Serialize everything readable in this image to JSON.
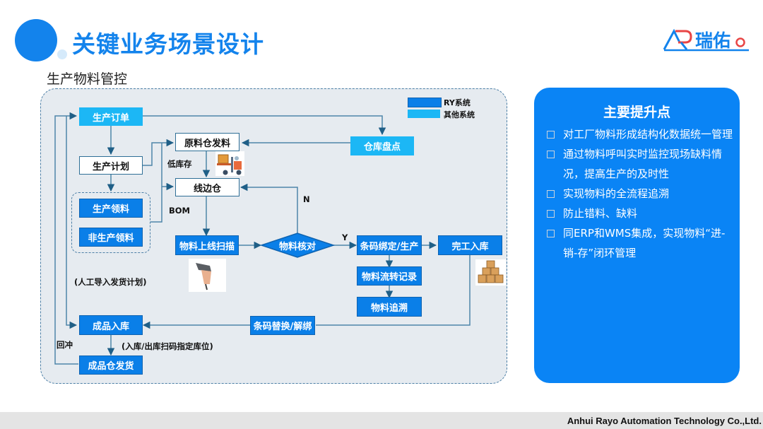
{
  "header": {
    "title": "关键业务场景设计",
    "subtitle": "生产物料管控",
    "logo_text": "瑞佑",
    "logo_mark": "AR"
  },
  "legend": [
    {
      "label": "RY系统",
      "color": "#0a7fe8"
    },
    {
      "label": "其他系统",
      "color": "#1cb7f5"
    }
  ],
  "diagram": {
    "nodes": {
      "production_order": "生产订单",
      "production_plan": "生产计划",
      "raw_material_issue": "原料仓发料",
      "warehouse_count": "仓库盘点",
      "line_side_store": "线边仓",
      "production_picking": "生产领料",
      "non_production_picking": "非生产领料",
      "material_online_scan": "物料上线扫描",
      "material_check": "物料核对",
      "barcode_binding": "条码绑定/生产",
      "completion_stock_in": "完工入库",
      "material_flow_record": "物料流转记录",
      "material_trace": "物料追溯",
      "barcode_replace": "条码替换/解绑",
      "finished_stock_in": "成品入库",
      "finished_shipping": "成品仓发货"
    },
    "labels": {
      "low_stock": "低库存",
      "bom": "BOM",
      "no": "N",
      "yes": "Y",
      "manual_import": "(人工导入发货计划)",
      "backflush": "回冲",
      "scan_location": "(入库/出库扫码指定库位)"
    },
    "images": {
      "forklift": "forklift-image",
      "scanner": "barcode-scanner-image",
      "boxes": "stacked-boxes-image"
    }
  },
  "improvements": {
    "title": "主要提升点",
    "items": [
      "对工厂物料形成结构化数据统一管理",
      "通过物料呼叫实时监控现场缺料情况，提高生产的及时性",
      "实现物料的全流程追溯",
      "防止错料、缺料",
      "同ERP和WMS集成，实现物料“进-销-存”闭环管理"
    ]
  },
  "footer": {
    "company": "Anhui Rayo Automation Technology Co.,Ltd."
  }
}
